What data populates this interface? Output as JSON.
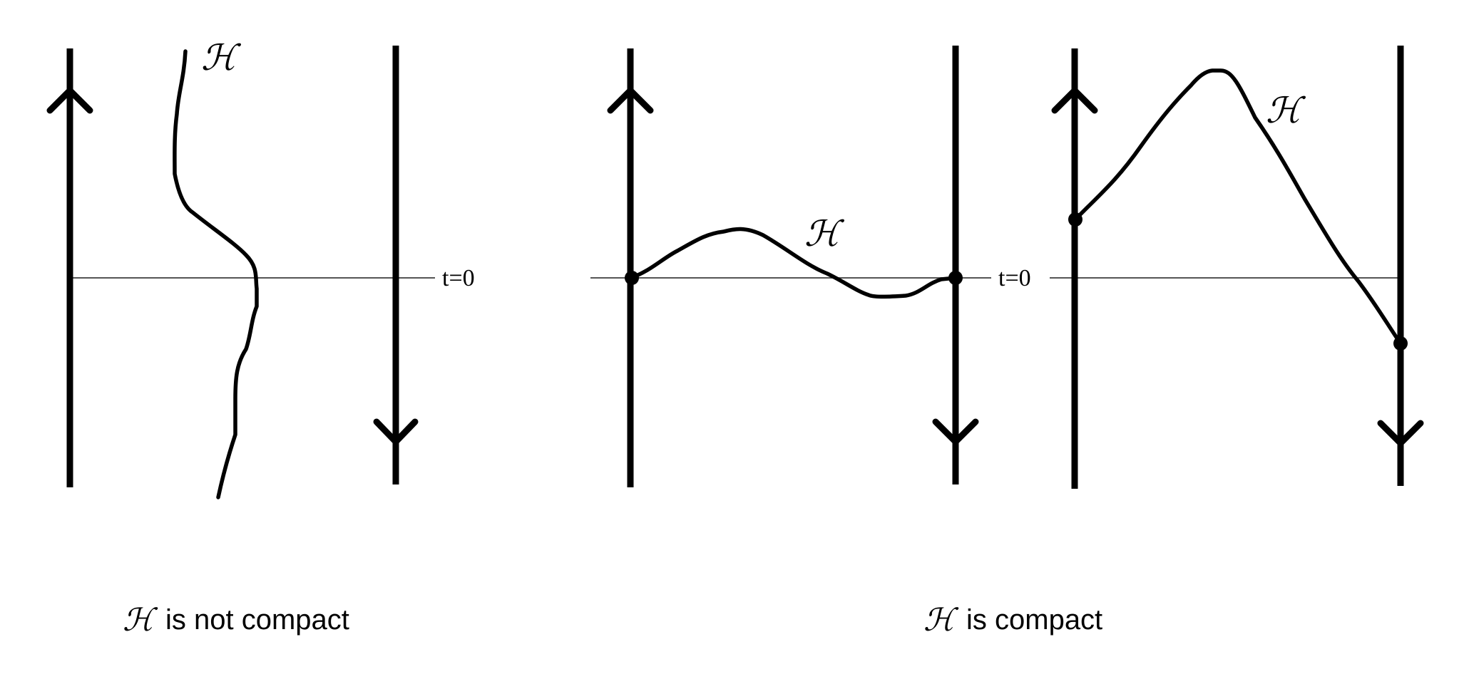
{
  "panels": [
    {
      "horizon_symbol": "ℋ",
      "time_label": "t=0"
    },
    {
      "horizon_symbol": "ℋ",
      "time_label": "t=0"
    },
    {
      "horizon_symbol": "ℋ"
    }
  ],
  "captions": {
    "left": {
      "symbol": "ℋ",
      "text": "is not compact"
    },
    "right": {
      "symbol": "ℋ",
      "text": "is compact"
    }
  },
  "colors": {
    "ink": "#000000",
    "time_slice": "#555555",
    "background": "#ffffff"
  }
}
